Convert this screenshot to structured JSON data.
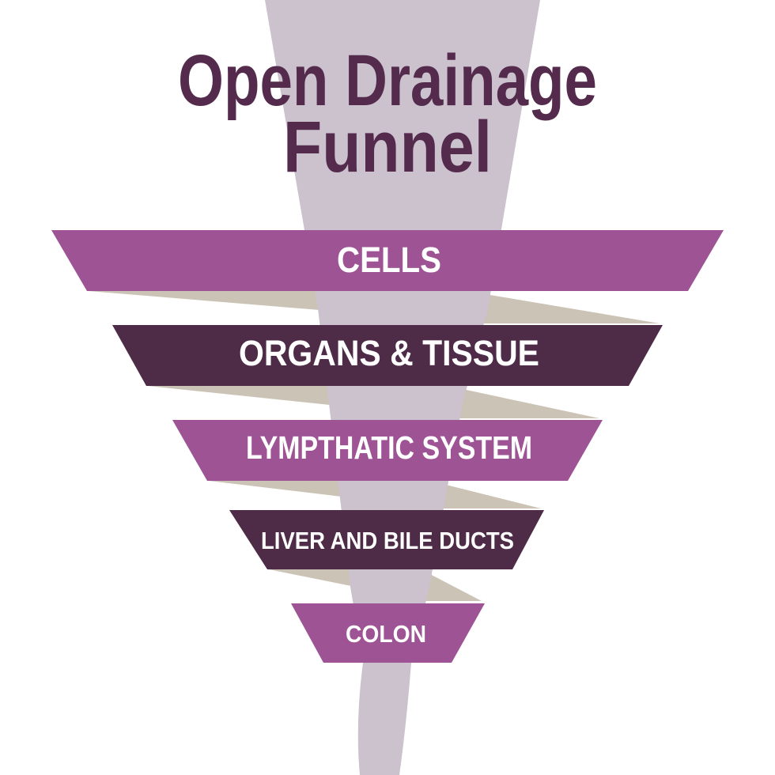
{
  "title": {
    "line1": "Open Drainage",
    "line2": "Funnel"
  },
  "funnel": {
    "tiers": [
      {
        "label": "CELLS"
      },
      {
        "label": "ORGANS & TISSUE"
      },
      {
        "label": "LYMPTHATIC SYSTEM"
      },
      {
        "label": "LIVER AND BILE DUCTS"
      },
      {
        "label": "COLON"
      }
    ]
  },
  "colors": {
    "background": "#FFFFFF",
    "magenta_tier": "#9E5494",
    "dark_plum_tier": "#4E2B47",
    "title_plum": "#542A4D",
    "lavender_funnel": "#CBC2CE",
    "shadow_beige": "#CBC3B6",
    "label_white": "#FFFFFF"
  }
}
